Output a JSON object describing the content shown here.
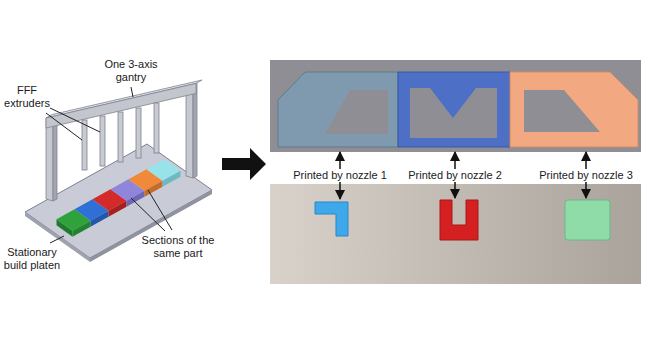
{
  "diagram": {
    "labels": [
      "One 3-axis gantry",
      "FFF extruders",
      "Stationary build platen",
      "Sections of the same part",
      "Printed by nozzle 1",
      "Printed by nozzle 2",
      "Printed by nozzle 3"
    ]
  }
}
